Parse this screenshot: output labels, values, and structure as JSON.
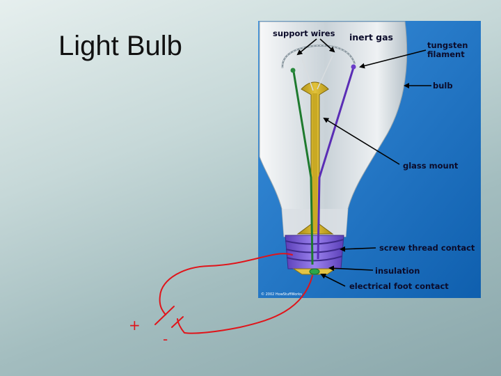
{
  "slide": {
    "title": "Light Bulb"
  },
  "diagram": {
    "labels": {
      "support_wires": "support wires",
      "inert_gas": "inert gas",
      "tungsten": "tungsten",
      "filament": "filament",
      "bulb": "bulb",
      "glass_mount": "glass mount",
      "screw_thread_contact": "screw thread contact",
      "insulation": "insulation",
      "electrical_foot_contact": "electrical foot contact"
    },
    "copyright": "© 2002 HowStuffWorks"
  },
  "annotation": {
    "plus": "+",
    "minus": "-"
  },
  "colors": {
    "panel": "#1f78c8",
    "pen": "#e0141a"
  }
}
